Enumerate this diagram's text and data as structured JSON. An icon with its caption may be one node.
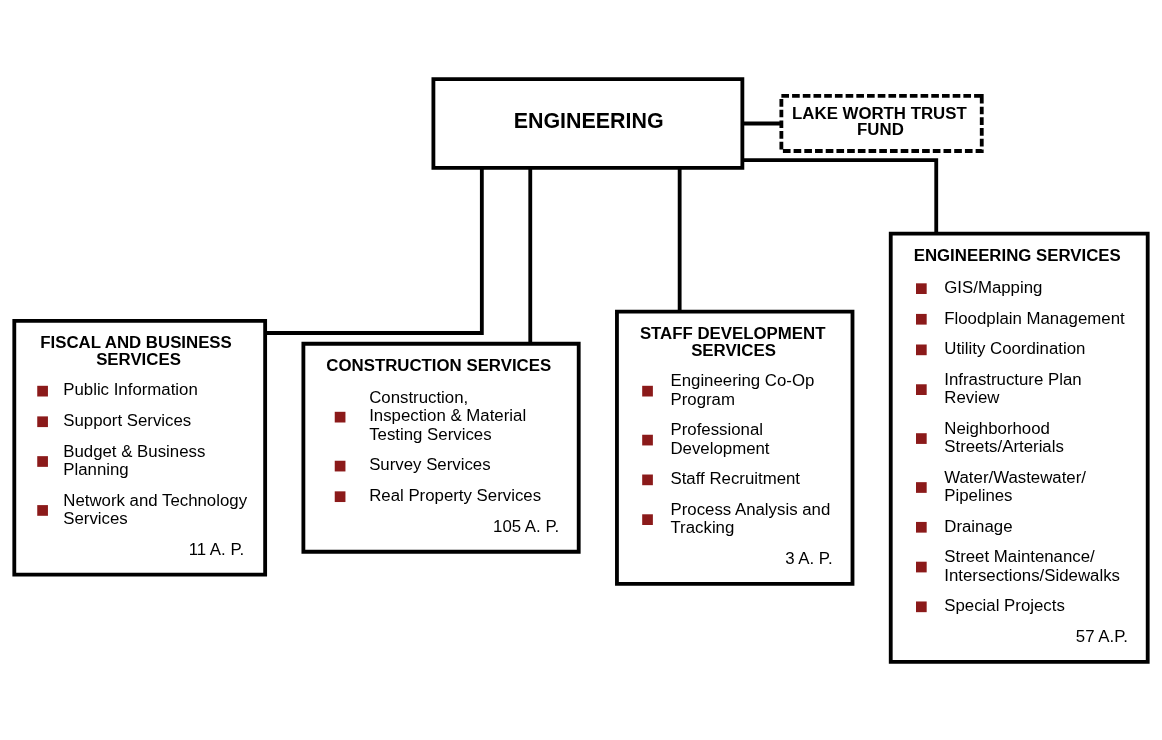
{
  "diagram": {
    "nodes": [
      {
        "text": [
          "ENGINEERING"
        ]
      },
      {
        "text": [
          "LAKE WORTH TRUST FUND"
        ]
      },
      {
        "text": [
          "FISCAL AND BUSINESS SERVICES",
          "Public Information",
          "Support Services",
          "Budget & Business Planning",
          "Network and Technology Services",
          "11 A. P."
        ]
      },
      {
        "text": [
          "CONSTRUCTION SERVICES",
          "Construction, Inspection & Material Testing Services",
          "Survey Services",
          "Real Property Services",
          "105 A. P."
        ]
      },
      {
        "text": [
          "STAFF DEVELOPMENT SERVICES",
          "Engineering Co-Op Program",
          "Professional Development",
          "Staff Recruitment",
          "Process Analysis and Tracking",
          "3 A. P."
        ]
      },
      {
        "text": [
          "ENGINEERING SERVICES",
          "GIS/Mapping",
          "Floodplain Management",
          "Utility Coordination",
          "Infrastructure Plan Review",
          "Neighborhood Streets/Arterials",
          "Water/Wastewater/ Pipelines",
          "Drainage",
          "Street Maintenance/ Intersections/Sidewalks",
          "Special Projects",
          "57 A.P."
        ]
      }
    ],
    "edges": [
      {
        "from": 0,
        "to": 1,
        "arrow": "none"
      },
      {
        "from": 0,
        "to": 2,
        "arrow": "none"
      },
      {
        "from": 0,
        "to": 3,
        "arrow": "none"
      },
      {
        "from": 0,
        "to": 4,
        "arrow": "none"
      },
      {
        "from": 0,
        "to": 5,
        "arrow": "none"
      }
    ]
  }
}
